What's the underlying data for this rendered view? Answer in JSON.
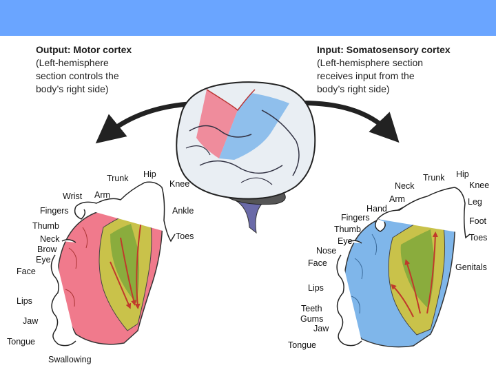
{
  "colors": {
    "top_bar": "#6aa5ff",
    "motor": "#f07a8c",
    "sensory": "#7fb6ea",
    "inner_tissue": "#c9c24a",
    "arrow": "#c0392b"
  },
  "motor": {
    "heading": "Output: Motor cortex",
    "lines": [
      "(Left-hemisphere",
      "section controls the",
      "body’s right side)"
    ],
    "labels": {
      "trunk": "Trunk",
      "hip": "Hip",
      "knee": "Knee",
      "wrist": "Wrist",
      "arm": "Arm",
      "ankle": "Ankle",
      "fingers": "Fingers",
      "thumb": "Thumb",
      "toes": "Toes",
      "neck": "Neck",
      "brow": "Brow",
      "eye": "Eye",
      "face": "Face",
      "lips": "Lips",
      "jaw": "Jaw",
      "tongue": "Tongue",
      "swallowing": "Swallowing"
    }
  },
  "sensory": {
    "heading": "Input: Somatosensory cortex",
    "lines": [
      "(Left-hemisphere section",
      "receives input from the",
      "body’s right side)"
    ],
    "labels": {
      "hip": "Hip",
      "trunk": "Trunk",
      "knee": "Knee",
      "neck": "Neck",
      "arm": "Arm",
      "leg": "Leg",
      "hand": "Hand",
      "fingers": "Fingers",
      "foot": "Foot",
      "thumb": "Thumb",
      "toes": "Toes",
      "eye": "Eye",
      "nose": "Nose",
      "face": "Face",
      "genitals": "Genitals",
      "lips": "Lips",
      "teeth": "Teeth",
      "gums": "Gums",
      "jaw": "Jaw",
      "tongue": "Tongue"
    }
  }
}
